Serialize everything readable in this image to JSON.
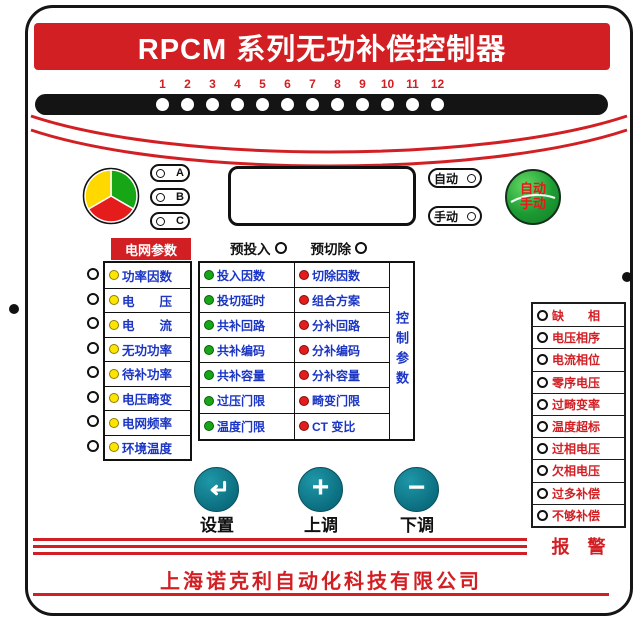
{
  "title": "RPCM 系列无功补偿控制器",
  "led_bar": {
    "numbers": [
      "1",
      "2",
      "3",
      "4",
      "5",
      "6",
      "7",
      "8",
      "9",
      "10",
      "11",
      "12"
    ]
  },
  "phase": {
    "channels": [
      "A",
      "B",
      "C"
    ]
  },
  "mode": {
    "auto_label": "自动",
    "manual_label": "手动",
    "button_top": "自动",
    "button_bottom": "手动"
  },
  "pre_status": {
    "pre_in": "预投入",
    "pre_out": "预切除"
  },
  "grid_params": {
    "header": "电网参数",
    "items": [
      "功率因数",
      "电　　压",
      "电　　流",
      "无功功率",
      "待补功率",
      "电压畸变",
      "电网频率",
      "环境温度"
    ]
  },
  "control_params": {
    "vertical_label": "控制参数",
    "left_items": [
      "投入因数",
      "投切延时",
      "共补回路",
      "共补编码",
      "共补容量",
      "过压门限",
      "温度门限"
    ],
    "right_items": [
      "切除因数",
      "组合方案",
      "分补回路",
      "分补编码",
      "分补容量",
      "畸变门限",
      "CT 变比"
    ]
  },
  "alarms": {
    "items": [
      "缺　　相",
      "电压相序",
      "电流相位",
      "零序电压",
      "过畸变率",
      "温度超标",
      "过相电压",
      "欠相电压",
      "过多补偿",
      "不够补偿"
    ],
    "title": "报　警"
  },
  "keys": {
    "set_label": "设置",
    "up_label": "上调",
    "down_label": "下调",
    "plus_symbol": "+",
    "minus_symbol": "−"
  },
  "footer": {
    "company": "上海诺克利自动化科技有限公司"
  },
  "colors": {
    "red": "#d21f24",
    "blue_text": "#1b35c4",
    "teal_button": "#0c7b8c",
    "green_button": "#1d9b33",
    "yellow_led": "#ffe400",
    "green_led": "#16a616",
    "red_led": "#e41c1c"
  }
}
